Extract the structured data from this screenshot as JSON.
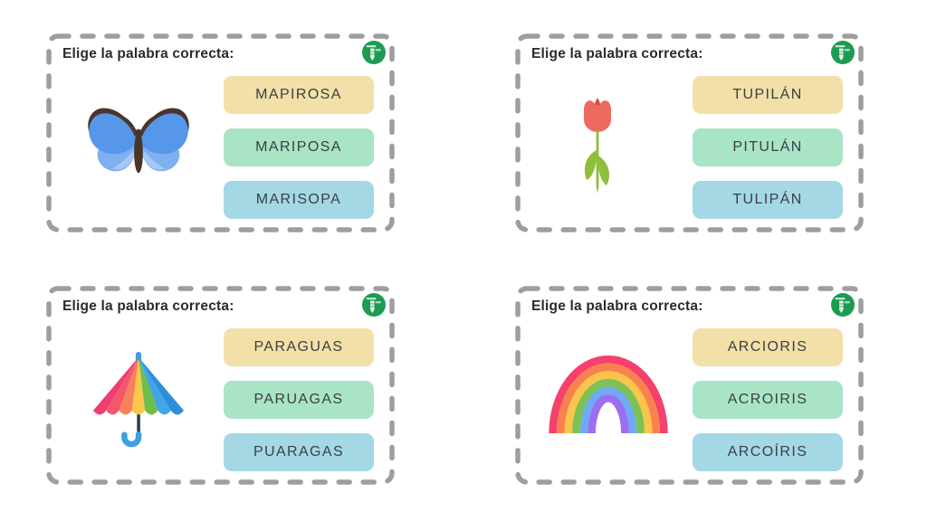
{
  "page": {
    "background": "#FFFFFF",
    "card_border_color": "#9E9E9E",
    "prompt_text_color": "#2B2B2B",
    "option_text_color": "#3A3F44"
  },
  "logo": {
    "icon": "pencil-badge-icon",
    "color": "#1B9C52"
  },
  "palette": {
    "option_yellow": "#F3E0A8",
    "option_mint": "#A9E4C7",
    "option_blue": "#A4D8E5"
  },
  "cards": [
    {
      "prompt": "Elige la palabra correcta:",
      "image": "butterfly",
      "options": [
        {
          "label": "MAPIROSA",
          "bg": "#F3E0A8"
        },
        {
          "label": "MARIPOSA",
          "bg": "#A9E4C7"
        },
        {
          "label": "MARISOPA",
          "bg": "#A4D8E5"
        }
      ]
    },
    {
      "prompt": "Elige la palabra correcta:",
      "image": "tulip",
      "options": [
        {
          "label": "TUPILÁN",
          "bg": "#F3E0A8"
        },
        {
          "label": "PITULÁN",
          "bg": "#A9E4C7"
        },
        {
          "label": "TULIPÁN",
          "bg": "#A4D8E5"
        }
      ]
    },
    {
      "prompt": "Elige la palabra correcta:",
      "image": "umbrella",
      "options": [
        {
          "label": "PARAGUAS",
          "bg": "#F3E0A8"
        },
        {
          "label": "PARUAGAS",
          "bg": "#A9E4C7"
        },
        {
          "label": "PUARAGAS",
          "bg": "#A4D8E5"
        }
      ]
    },
    {
      "prompt": "Elige la palabra correcta:",
      "image": "rainbow",
      "options": [
        {
          "label": "ARCIORIS",
          "bg": "#F3E0A8"
        },
        {
          "label": "ACROIRIS",
          "bg": "#A9E4C7"
        },
        {
          "label": "ARCOÍRIS",
          "bg": "#A4D8E5"
        }
      ]
    }
  ]
}
